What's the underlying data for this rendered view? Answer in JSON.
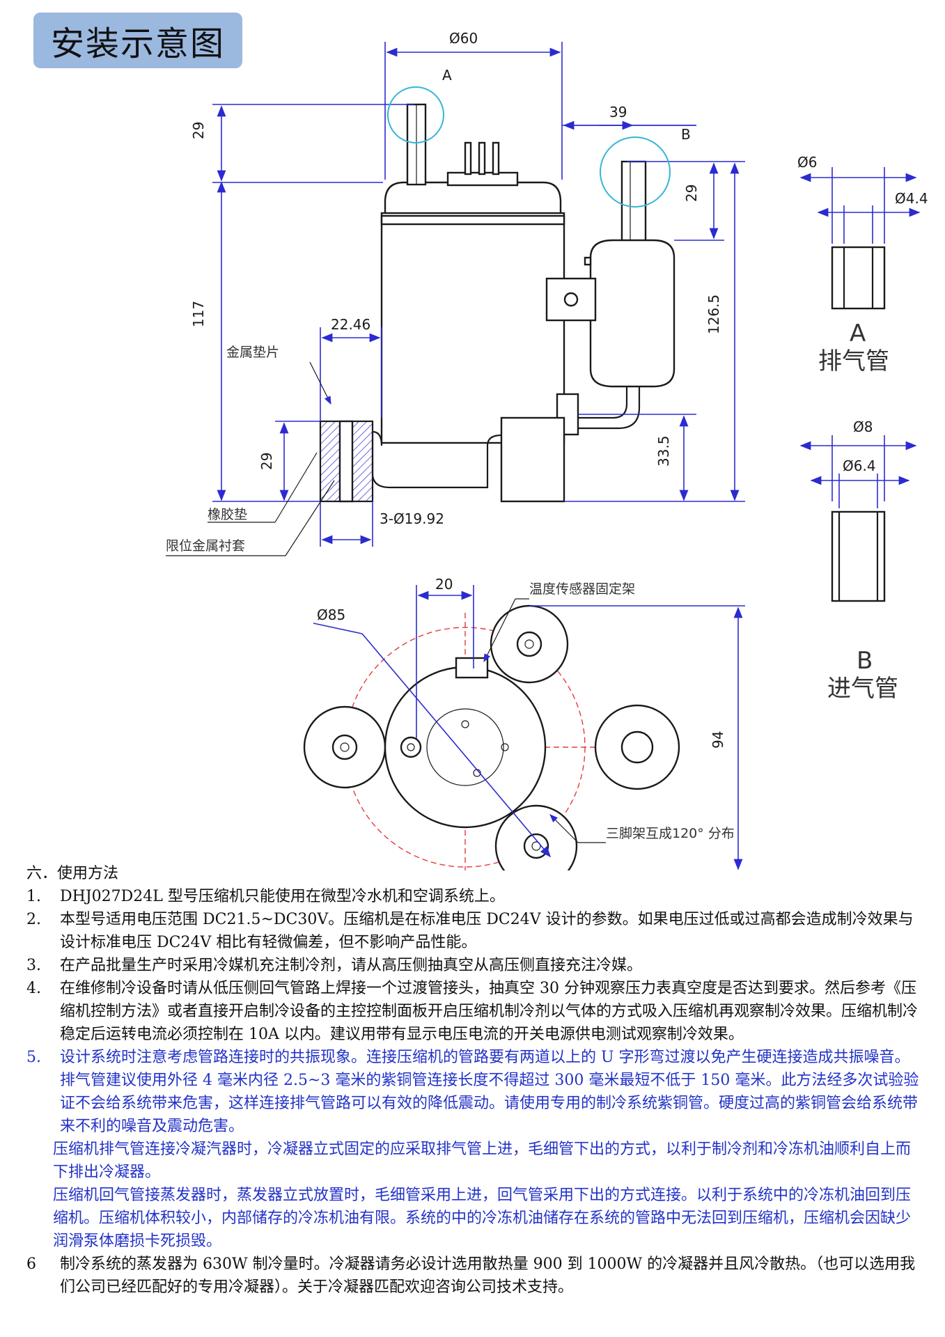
{
  "title": "安装示意图",
  "drawing": {
    "dims": {
      "d60": "Ø60",
      "d39": "39",
      "d29_top": "29",
      "d29_b": "29",
      "d117": "117",
      "d126_5": "126.5",
      "d22_46": "22.46",
      "d29_foot": "29",
      "d33_5": "33.5",
      "d3_19_92": "3-Ø19.92",
      "d6": "Ø6",
      "d4_4": "Ø4.4",
      "d8": "Ø8",
      "d6_4": "Ø6.4",
      "d20": "20",
      "d85": "Ø85",
      "d94": "94"
    },
    "labels": {
      "a_top": "A",
      "b_top": "B",
      "metal_washer": "金属垫片",
      "rubber_pad": "橡胶垫",
      "metal_bushing": "限位金属衬套",
      "temp_sensor_bracket": "温度传感器固定架",
      "three_feet": "三脚架互成120° 分布",
      "a_letter": "A",
      "exhaust_pipe": "排气管",
      "b_letter": "B",
      "intake_pipe": "进气管"
    }
  },
  "usage": {
    "heading": "六．使用方法",
    "items": [
      {
        "num": "1.",
        "text": "DHJ027D24L 型号压缩机只能使用在微型冷水机和空调系统上。"
      },
      {
        "num": "2.",
        "text": "本型号适用电压范围 DC21.5~DC30V。压缩机是在标准电压 DC24V 设计的参数。如果电压过低或过高都会造成制冷效果与设计标准电压 DC24V 相比有轻微偏差，但不影响产品性能。"
      },
      {
        "num": "3.",
        "text": "在产品批量生产时采用冷媒机充注制冷剂，请从高压侧抽真空从高压侧直接充注冷媒。"
      },
      {
        "num": "4.",
        "text": "在维修制冷设备时请从低压侧回气管路上焊接一个过渡管接头，抽真空 30 分钟观察压力表真空度是否达到要求。然后参考《压缩机控制方法》或者直接开启制冷设备的主控控制面板开启压缩机制冷剂以气体的方式吸入压缩机再观察制冷效果。压缩机制冷稳定后运转电流必须控制在 10A 以内。建议用带有显示电压电流的开关电源供电测试观察制冷效果。"
      },
      {
        "num": "5.",
        "text": "设计系统时注意考虑管路连接时的共振现象。连接压缩机的管路要有两道以上的 U 字形弯过渡以免产生硬连接造成共振噪音。排气管建议使用外径 4 毫米内径 2.5~3 毫米的紫铜管连接长度不得超过 300 毫米最短不低于 150 毫米。此方法经多次试验验证不会给系统带来危害，这样连接排气管路可以有效的降低震动。请使用专用的制冷系统紫铜管。硬度过高的紫铜管会给系统带来不利的噪音及震动危害。"
      }
    ],
    "blue_paragraphs": [
      "压缩机排气管连接冷凝汽器时，冷凝器立式固定的应采取排气管上进，毛细管下出的方式，以利于制冷剂和冷冻机油顺利自上而下排出冷凝器。",
      "压缩机回气管接蒸发器时，蒸发器立式放置时，毛细管采用上进，回气管采用下出的方式连接。以利于系统中的冷冻机油回到压缩机。压缩机体积较小，内部储存的冷冻机油有限。系统的中的冷冻机油储存在系统的管路中无法回到压缩机，压缩机会因缺少润滑泵体磨损卡死损毁。"
    ],
    "item6": {
      "num": "6",
      "text": "制冷系统的蒸发器为 630W 制冷量时。冷凝器请务必设计选用散热量 900 到 1000W 的冷凝器并且风冷散热。（也可以选用我们公司已经匹配好的专用冷凝器）。关于冷凝器匹配欢迎咨询公司技术支持。"
    }
  }
}
